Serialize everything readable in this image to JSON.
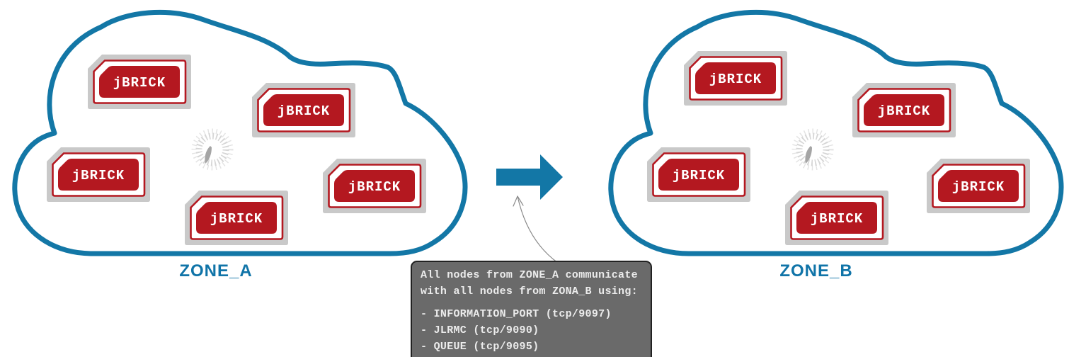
{
  "zone_a": {
    "label": "ZONE_A",
    "bricks": [
      "jBRICK",
      "jBRICK",
      "jBRICK",
      "jBRICK",
      "jBRICK"
    ]
  },
  "zone_b": {
    "label": "ZONE_B",
    "bricks": [
      "jBRICK",
      "jBRICK",
      "jBRICK",
      "jBRICK",
      "jBRICK"
    ]
  },
  "callout": {
    "lines": [
      "All nodes from ZONE_A communicate",
      "with all nodes from ZONA_B using:",
      "",
      "- INFORMATION_PORT (tcp/9097)",
      "- JLRMC (tcp/9090)",
      "- QUEUE (tcp/9095)"
    ]
  },
  "icons": {
    "spinner": "loading-spinner-icon",
    "flow_arrow": "right-arrow-icon",
    "annotation": "curved-pointer-arrow-icon"
  },
  "colors": {
    "cloud_blue": "#1377a6",
    "zone_label_blue": "#1074a8",
    "brick_red": "#b41820",
    "brick_frame_gray": "#c9c9c9",
    "spinner_gray": "#d6d6d6",
    "callout_bg": "#6a6a6a",
    "callout_text": "#ececec"
  }
}
